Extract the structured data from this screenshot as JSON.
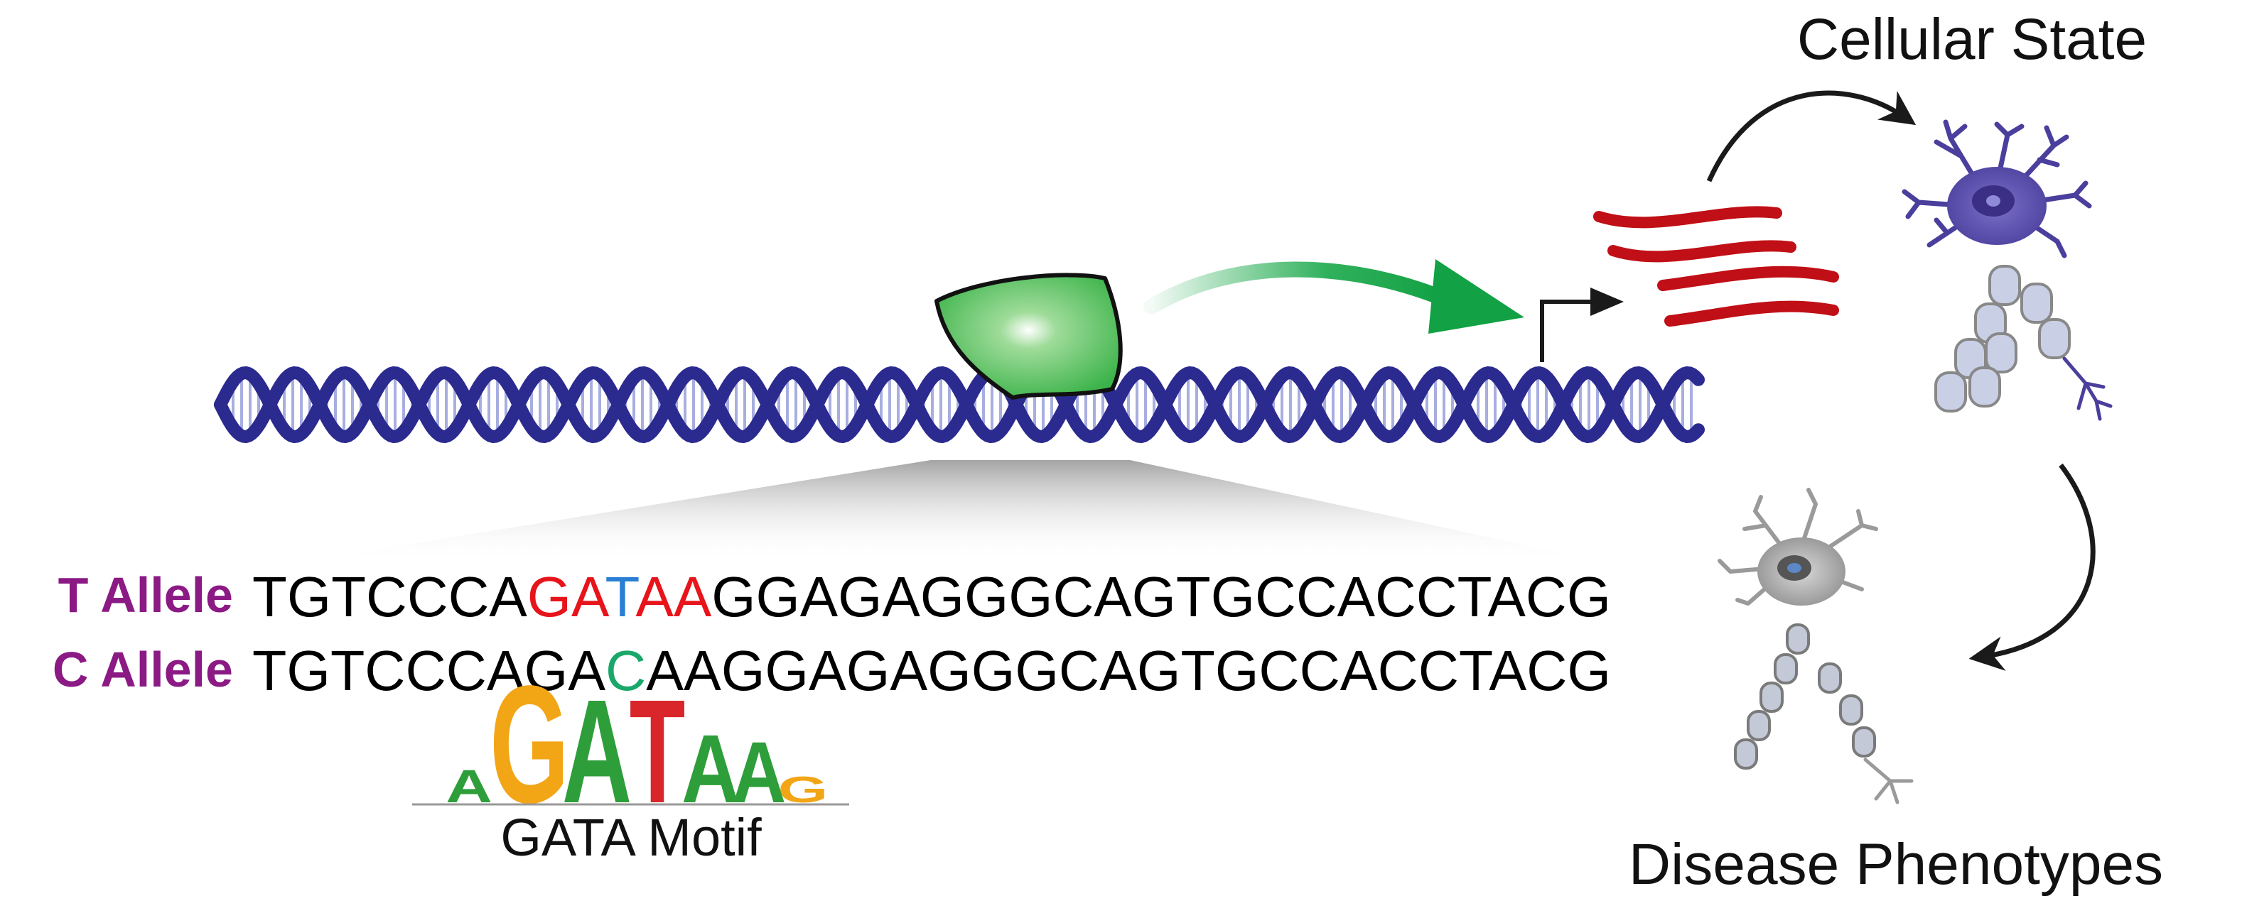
{
  "labels": {
    "cellular_state": "Cellular State",
    "disease_phenotypes": "Disease Phenotypes",
    "motif_caption": "GATA Motif"
  },
  "alleles": [
    {
      "label": "T Allele",
      "segments": [
        {
          "text": "TGTCCCA",
          "color": "#000000"
        },
        {
          "text": "GA",
          "color": "#e8141b"
        },
        {
          "text": "T",
          "color": "#2a7fd4"
        },
        {
          "text": "AA",
          "color": "#e8141b"
        },
        {
          "text": "GGAGAGGGCAGTGCCACCTACG",
          "color": "#000000"
        }
      ]
    },
    {
      "label": "C Allele",
      "segments": [
        {
          "text": "TGTCCCAGA",
          "color": "#000000"
        },
        {
          "text": "C",
          "color": "#1aa86a"
        },
        {
          "text": "AAGGAGAGGGCAGTGCCACCTACG",
          "color": "#000000"
        }
      ]
    }
  ],
  "motif_logo": {
    "letters": [
      {
        "char": "A",
        "color": "#2e9e3a"
      },
      {
        "char": "G",
        "color": "#f2a515"
      },
      {
        "char": "A",
        "color": "#2e9e3a"
      },
      {
        "char": "T",
        "color": "#d9262b"
      },
      {
        "char": "A",
        "color": "#2e9e3a"
      },
      {
        "char": "A",
        "color": "#2e9e3a"
      },
      {
        "char": "G",
        "color": "#f2a515"
      }
    ]
  },
  "colors": {
    "allele_label": "#8b1a84",
    "dna": "#2b2a8f",
    "dna_rungs": "#a8aee0",
    "tf_protein": "#3cb34a",
    "activation_arrow": "#1aa84a",
    "mrna": "#c00f16",
    "healthy_neuron": "#4a3f9c",
    "diseased_neuron": "#9a9a9a"
  }
}
